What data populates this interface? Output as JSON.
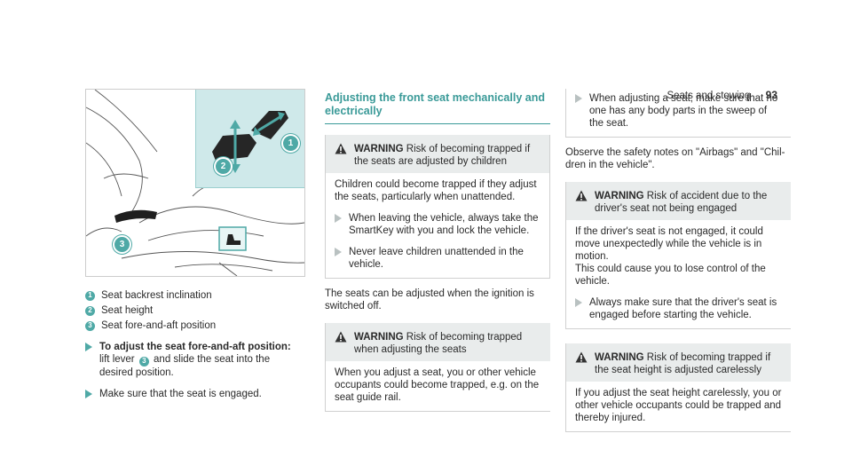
{
  "header": {
    "section": "Seats and stowing",
    "page": "93"
  },
  "figure": {
    "callouts": [
      "1",
      "2",
      "3"
    ]
  },
  "legend": [
    {
      "num": "1",
      "text": "Seat backrest inclination"
    },
    {
      "num": "2",
      "text": "Seat height"
    },
    {
      "num": "3",
      "text": "Seat fore-and-aft position"
    }
  ],
  "col1_steps": {
    "step1_bold": "To adjust the seat fore-and-aft position:",
    "step1_pre": "lift lever",
    "step1_num": "3",
    "step1_post": "and slide the seat into the desired position.",
    "step2": "Make sure that the seat is engaged."
  },
  "col2": {
    "heading": "Adjusting the front seat mechanically and electrically",
    "warn1_label": "WARNING",
    "warn1_title": "Risk of becoming trapped if the seats are adjusted by children",
    "warn1_body": "Children could become trapped if they adjust the seats, particularly when unattended.",
    "warn1_step1": "When leaving the vehicle, always take the SmartKey with you and lock the vehicle.",
    "warn1_step2": "Never leave children unattended in the vehicle.",
    "para": "The seats can be adjusted when the ignition is switched off.",
    "warn2_label": "WARNING",
    "warn2_title": "Risk of becoming trapped when adjusting the seats",
    "warn2_body": "When you adjust a seat, you or other vehicle occupants could become trapped, e.g. on the seat guide rail."
  },
  "col3": {
    "top_step": "When adjusting a seat, make sure that no one has any body parts in the sweep of the seat.",
    "para": "Observe the safety notes on \"Airbags\" and \"Chil-dren in the vehicle\".",
    "warn1_label": "WARNING",
    "warn1_title": "Risk of accident due to the driver's seat not being engaged",
    "warn1_body1": "If the driver's seat is not engaged, it could move unexpectedly while the vehicle is in motion.",
    "warn1_body2": "This could cause you to lose control of the vehicle.",
    "warn1_step": "Always make sure that the driver's seat is engaged before starting the vehicle.",
    "warn2_label": "WARNING",
    "warn2_title": "Risk of becoming trapped if the seat height is adjusted carelessly",
    "warn2_body": "If you adjust the seat height carelessly, you or other vehicle occupants could be trapped and thereby injured."
  },
  "colors": {
    "accent": "#4fa9a6",
    "heading": "#3a9a98",
    "warn_bg": "#e9ecec"
  }
}
